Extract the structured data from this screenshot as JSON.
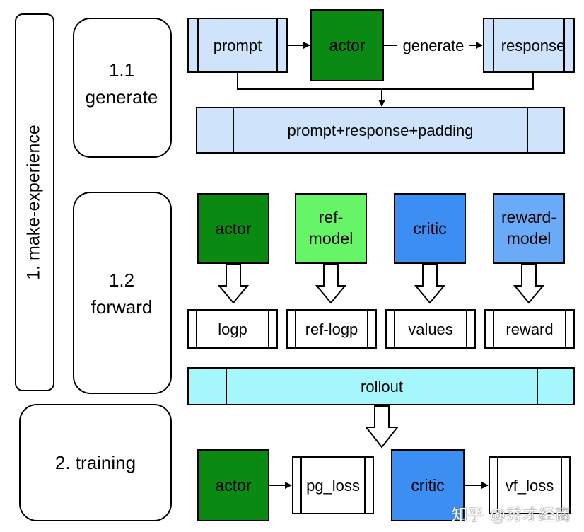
{
  "diagram": {
    "stage_make_experience": "1. make-experience",
    "stage_generate_num": "1.1",
    "stage_generate": "generate",
    "stage_forward_num": "1.2",
    "stage_forward": "forward",
    "stage_training": "2. training",
    "prompt": "prompt",
    "actor": "actor",
    "generate_edge": "generate",
    "response": "response",
    "concat": "prompt+response+padding",
    "forward_actor": "actor",
    "ref_model_line1": "ref-",
    "ref_model_line2": "model",
    "critic": "critic",
    "reward_model_line1": "reward-",
    "reward_model_line2": "model",
    "logp": "logp",
    "ref_logp": "ref-logp",
    "values": "values",
    "reward": "reward",
    "rollout": "rollout",
    "train_actor": "actor",
    "pg_loss": "pg_loss",
    "train_critic": "critic",
    "vf_loss": "vf_loss"
  },
  "watermark": "知乎 @秀才经商",
  "colors": {
    "actor": "#0a8a12",
    "ref_model": "#66f566",
    "critic": "#3d8ef2",
    "reward_model": "#6aaaf7",
    "light_blue": "#cfe3fb",
    "cyan": "#a5f7fb"
  }
}
